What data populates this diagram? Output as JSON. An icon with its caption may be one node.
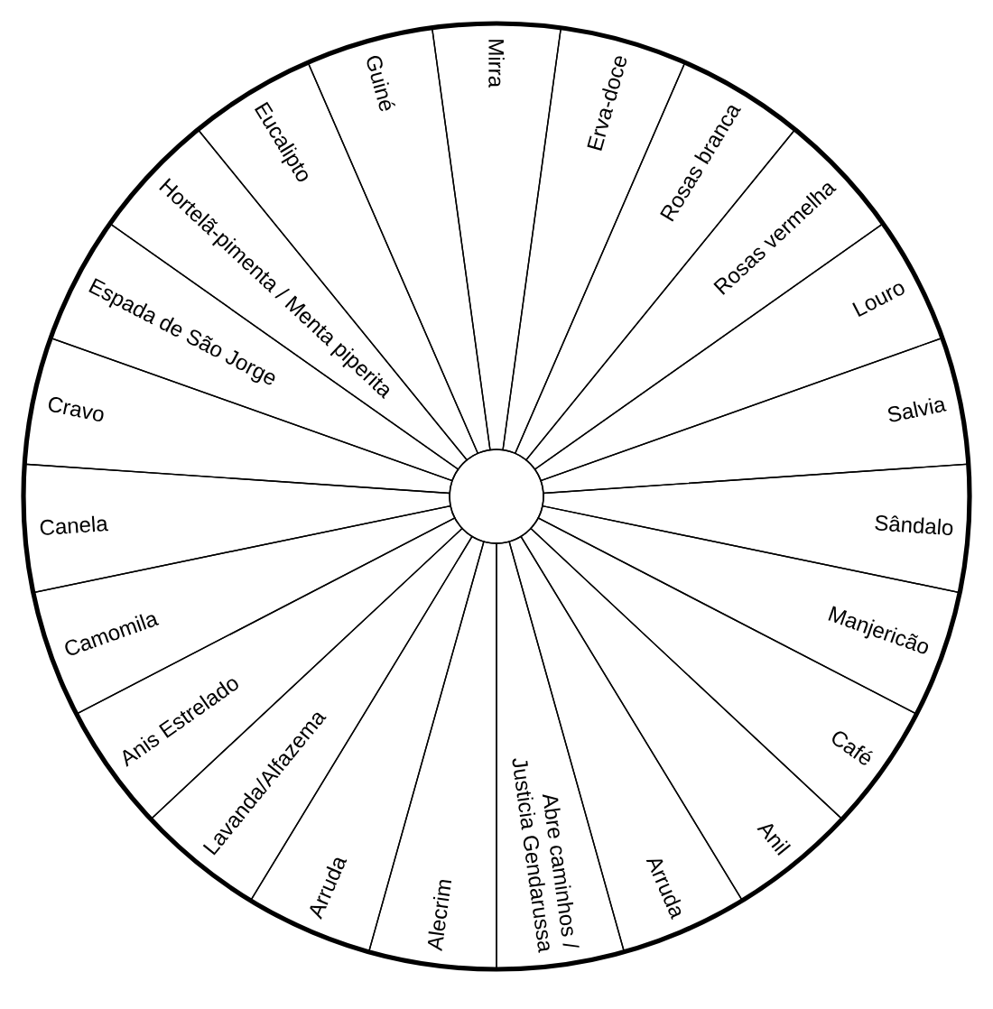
{
  "diagram": {
    "nodes": [
      {
        "text": [
          "Mirra"
        ]
      },
      {
        "text": [
          "Erva-doce"
        ]
      },
      {
        "text": [
          "Rosas branca"
        ]
      },
      {
        "text": [
          "Rosas vermelha"
        ]
      },
      {
        "text": [
          "Louro"
        ]
      },
      {
        "text": [
          "Salvia"
        ]
      },
      {
        "text": [
          "Sândalo"
        ]
      },
      {
        "text": [
          "Manjericão"
        ]
      },
      {
        "text": [
          "Café"
        ]
      },
      {
        "text": [
          "Anil"
        ]
      },
      {
        "text": [
          "Arruda"
        ]
      },
      {
        "text": [
          "Abre caminhos / Justicia Gendarussa"
        ]
      },
      {
        "text": [
          "Alecrim"
        ]
      },
      {
        "text": [
          "Arruda"
        ]
      },
      {
        "text": [
          "Lavanda/Alfazema"
        ]
      },
      {
        "text": [
          "Anis Estrelado"
        ]
      },
      {
        "text": [
          "Camomila"
        ]
      },
      {
        "text": [
          "Canela"
        ]
      },
      {
        "text": [
          "Cravo"
        ]
      },
      {
        "text": [
          "Espada de São Jorge"
        ]
      },
      {
        "text": [
          "Hortelã-pimenta / Menta piperita"
        ]
      },
      {
        "text": [
          "Eucalipto"
        ]
      },
      {
        "text": [
          "Guiné"
        ]
      }
    ]
  }
}
